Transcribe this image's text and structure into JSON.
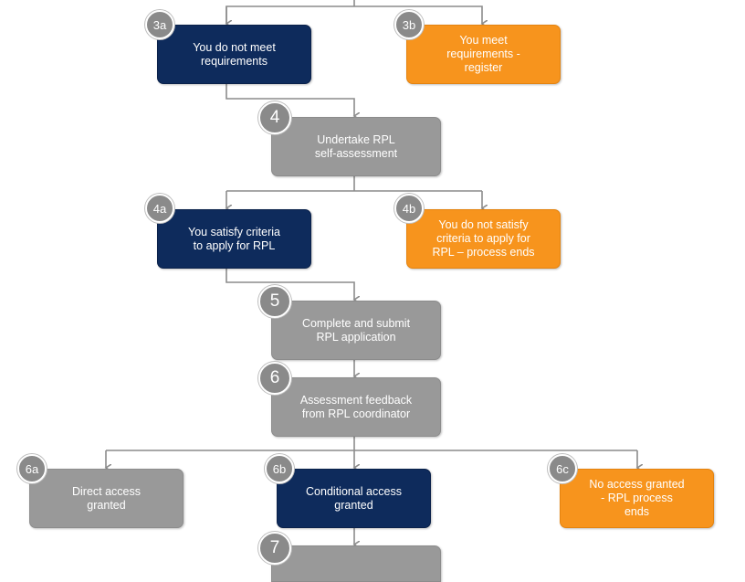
{
  "colors": {
    "navy": "#0e2b5c",
    "orange": "#f7941d",
    "grey": "#999999",
    "badge": "#8a8a8a",
    "connector": "#8c8c8c"
  },
  "steps": {
    "s3a": {
      "badge": "3a",
      "text": "You do not meet\nrequirements"
    },
    "s3b": {
      "badge": "3b",
      "text": "You meet\nrequirements -\nregister"
    },
    "s4": {
      "badge": "4",
      "text": "Undertake RPL\nself-assessment"
    },
    "s4a": {
      "badge": "4a",
      "text": "You satisfy criteria\nto apply for RPL"
    },
    "s4b": {
      "badge": "4b",
      "text": "You do not satisfy\ncriteria to apply for\nRPL – process ends"
    },
    "s5": {
      "badge": "5",
      "text": "Complete and submit\nRPL application"
    },
    "s6": {
      "badge": "6",
      "text": "Assessment feedback\nfrom RPL coordinator"
    },
    "s6a": {
      "badge": "6a",
      "text": "Direct access\ngranted"
    },
    "s6b": {
      "badge": "6b",
      "text": "Conditional access\ngranted"
    },
    "s6c": {
      "badge": "6c",
      "text": "No access granted\n-  RPL process\nends"
    },
    "s7": {
      "badge": "7",
      "text": ""
    }
  }
}
